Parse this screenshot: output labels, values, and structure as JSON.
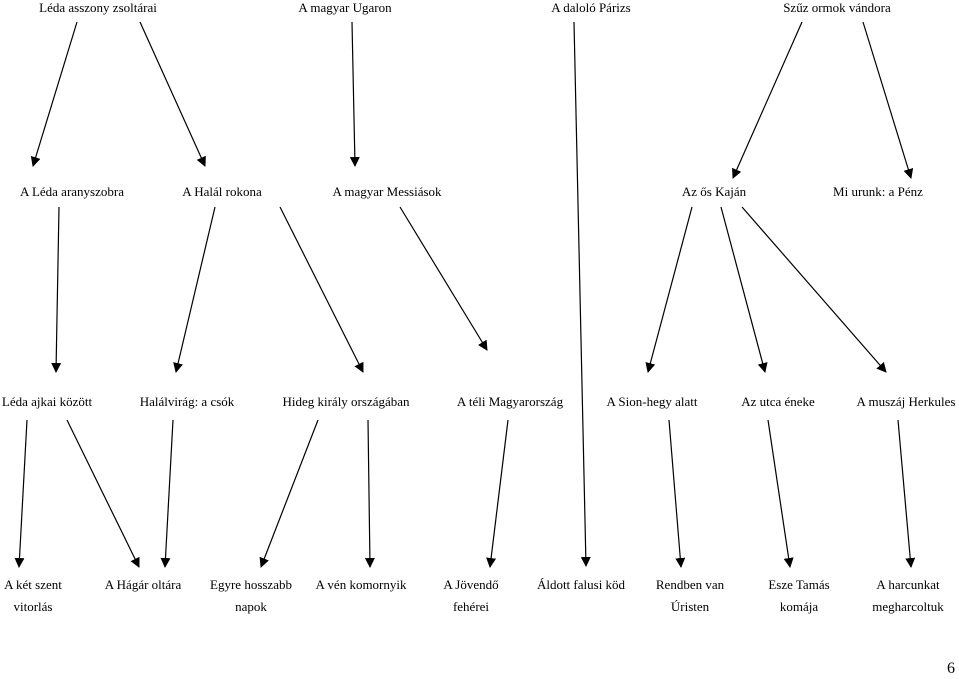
{
  "nodes": {
    "leda_asszony_zsoltarai": "Léda asszony zsoltárai",
    "a_magyar_ugaron": "A magyar Ugaron",
    "a_dalolo_parizs": "A daloló Párizs",
    "szuz_ormok_vandora": "Szűz ormok vándora",
    "a_leda_aranyszobra": "A Léda aranyszobra",
    "a_halal_rokona": "A Halál rokona",
    "a_magyar_messiasok": "A magyar Messiások",
    "az_os_kajan": "Az ős Kaján",
    "mi_urunk_a_penz": "Mi urunk: a Pénz",
    "leda_ajkai_kozott": "Léda ajkai között",
    "halalvirag_a_csok": "Halálvirág: a csók",
    "hideg_kiraly_orszagaban": "Hideg király országában",
    "a_teli_magyarorszag": "A téli Magyarország",
    "a_sion_hegy_alatt": "A Sion-hegy alatt",
    "az_utca_eneke": "Az utca éneke",
    "a_muszaj_herkules": "A muszáj Herkules",
    "a_ket_szent_vitorlas_1": "A két szent",
    "a_ket_szent_vitorlas_2": "vitorlás",
    "a_hagar_oltara": "A Hágár oltára",
    "egyre_hosszabb_napok_1": "Egyre hosszabb",
    "egyre_hosszabb_napok_2": "napok",
    "a_ven_komornyik": "A vén komornyik",
    "a_jovendo_feherei_1": "A Jövendő",
    "a_jovendo_feherei_2": "fehérei",
    "aldott_falusi_kod": "Áldott falusi köd",
    "rendben_van_uristen_1": "Rendben van",
    "rendben_van_uristen_2": "Úristen",
    "esze_tamas_komaja_1": "Esze Tamás",
    "esze_tamas_komaja_2": "komája",
    "a_harcunkat_megharcoltuk_1": "A harcunkat",
    "a_harcunkat_megharcoltuk_2": "megharcoltuk"
  },
  "page_number": "6"
}
